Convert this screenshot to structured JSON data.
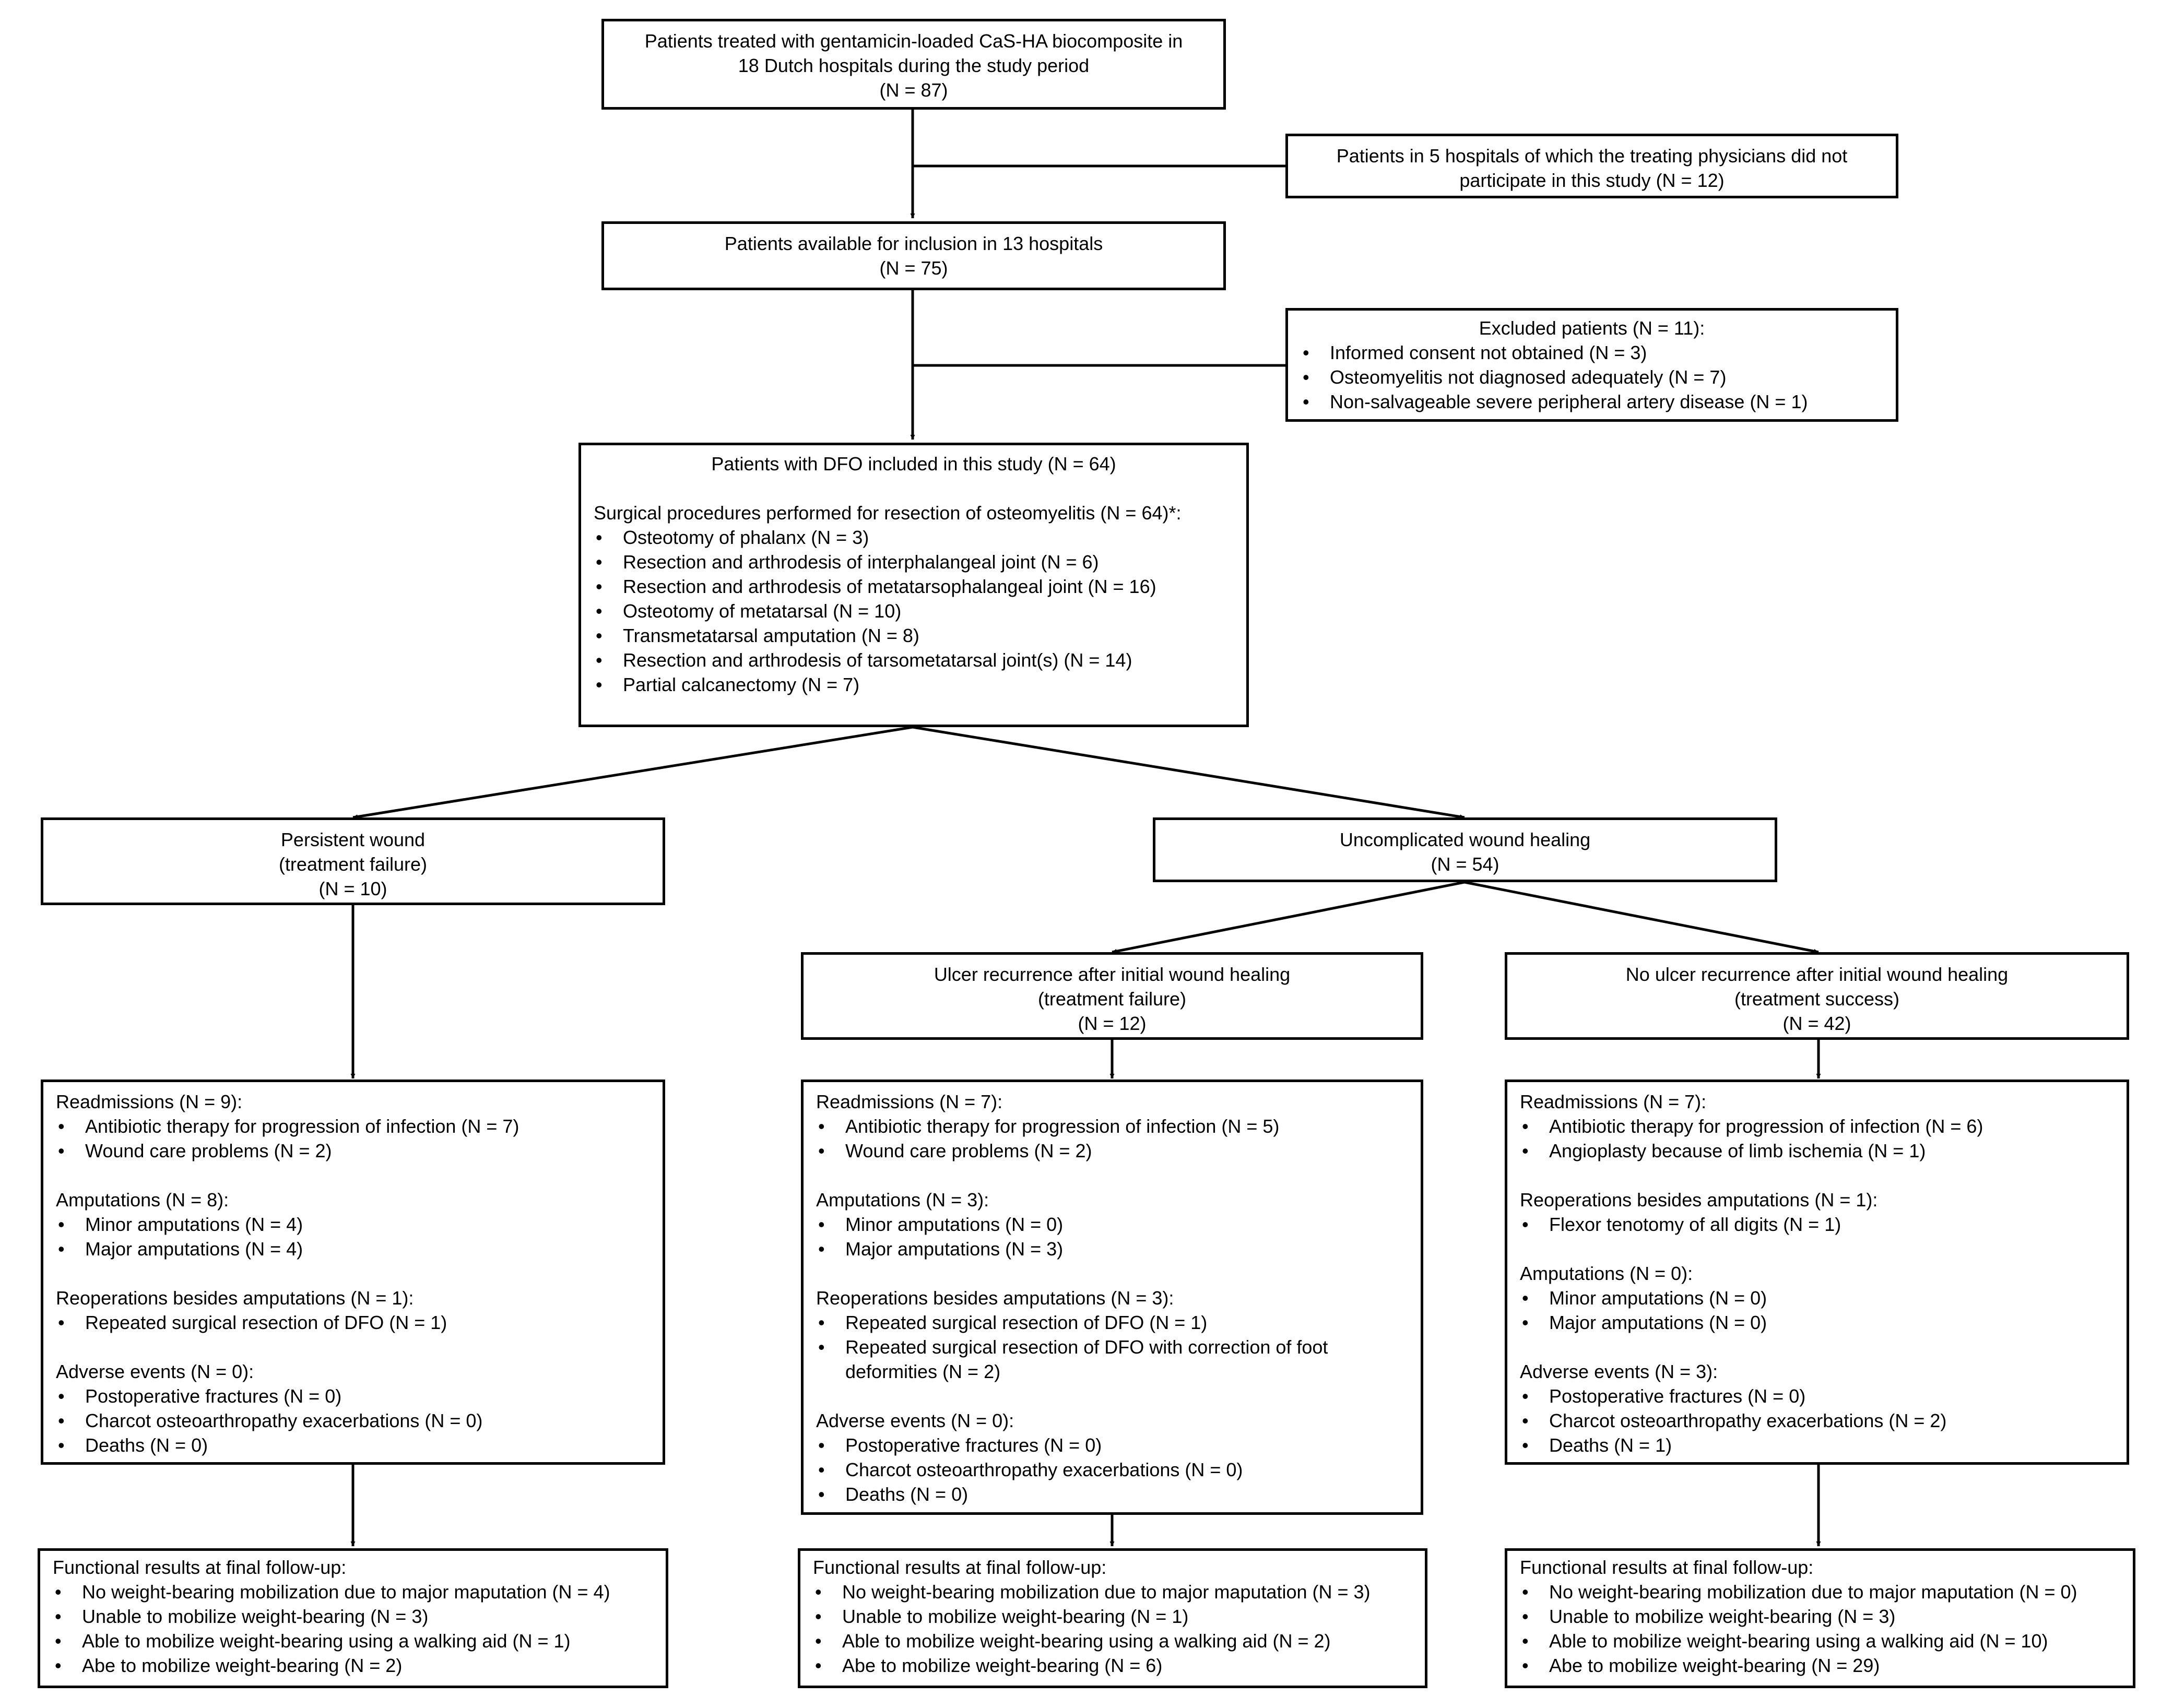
{
  "colors": {
    "stroke": "#000000",
    "background": "#ffffff"
  },
  "total": {
    "lines": [
      "Patients treated with gentamicin-loaded CaS-HA biocomposite in",
      "18 Dutch hospitals during the study period",
      "(N = 87)"
    ]
  },
  "excluded_hospitals": {
    "lines": [
      "Patients in 5 hospitals of which the treating physicians did not",
      "participate in this study (N = 12)"
    ]
  },
  "available": {
    "lines": [
      "Patients available for inclusion in 13 hospitals",
      "(N = 75)"
    ]
  },
  "excluded_patients": {
    "title": "Excluded patients (N = 11):",
    "items": [
      "Informed consent not obtained (N = 3)",
      "Osteomyelitis not diagnosed adequately (N = 7)",
      "Non-salvageable severe peripheral artery disease (N = 1)"
    ]
  },
  "included": {
    "title": "Patients with DFO included in this study (N = 64)",
    "procedures_title": "Surgical procedures performed for resection of osteomyelitis (N = 64)*:",
    "procedures": [
      "Osteotomy of phalanx (N = 3)",
      "Resection and arthrodesis of interphalangeal joint (N = 6)",
      "Resection and arthrodesis of metatarsophalangeal joint (N = 16)",
      "Osteotomy of metatarsal (N = 10)",
      "Transmetatarsal amputation (N = 8)",
      "Resection and arthrodesis of tarsometatarsal joint(s) (N = 14)",
      "Partial calcanectomy (N = 7)"
    ]
  },
  "persistent": {
    "lines": [
      "Persistent wound",
      "(treatment failure)",
      "(N = 10)"
    ]
  },
  "uncomplicated": {
    "lines": [
      "Uncomplicated wound healing",
      "(N = 54)"
    ]
  },
  "recurrence": {
    "lines": [
      "Ulcer recurrence after initial wound healing",
      "(treatment failure)",
      "(N = 12)"
    ]
  },
  "no_recurrence": {
    "lines": [
      "No ulcer recurrence after initial wound healing",
      "(treatment success)",
      "(N = 42)"
    ]
  },
  "outcomes_left": {
    "groups": [
      {
        "title": "Readmissions (N = 9):",
        "items": [
          "Antibiotic therapy for progression of infection (N = 7)",
          "Wound care problems (N = 2)"
        ]
      },
      {
        "title": "Amputations (N = 8):",
        "items": [
          "Minor amputations (N = 4)",
          "Major amputations (N = 4)"
        ]
      },
      {
        "title": "Reoperations besides amputations (N = 1):",
        "items": [
          "Repeated surgical resection of DFO (N = 1)"
        ]
      },
      {
        "title": "Adverse events (N = 0):",
        "items": [
          "Postoperative fractures (N = 0)",
          "Charcot osteoarthropathy exacerbations (N = 0)",
          "Deaths (N = 0)"
        ]
      }
    ]
  },
  "outcomes_mid": {
    "groups": [
      {
        "title": "Readmissions (N = 7):",
        "items": [
          "Antibiotic therapy for progression of infection (N = 5)",
          "Wound care problems (N = 2)"
        ]
      },
      {
        "title": "Amputations (N = 3):",
        "items": [
          "Minor amputations (N = 0)",
          "Major amputations (N = 3)"
        ]
      },
      {
        "title": "Reoperations besides amputations (N = 3):",
        "items": [
          "Repeated surgical resection of DFO (N = 1)",
          "Repeated surgical resection of DFO with correction of foot deformities (N = 2)"
        ]
      },
      {
        "title": "Adverse events (N = 0):",
        "items": [
          "Postoperative fractures (N = 0)",
          "Charcot osteoarthropathy exacerbations (N = 0)",
          "Deaths (N = 0)"
        ]
      }
    ]
  },
  "outcomes_right": {
    "groups": [
      {
        "title": "Readmissions (N = 7):",
        "items": [
          "Antibiotic therapy for progression of infection (N = 6)",
          "Angioplasty because of limb ischemia (N = 1)"
        ]
      },
      {
        "title": "Reoperations besides amputations (N = 1):",
        "items": [
          "Flexor tenotomy of all digits (N = 1)"
        ]
      },
      {
        "title": "Amputations (N = 0):",
        "items": [
          "Minor amputations (N = 0)",
          "Major amputations (N = 0)"
        ]
      },
      {
        "title": "Adverse events (N = 3):",
        "items": [
          "Postoperative fractures (N = 0)",
          "Charcot osteoarthropathy exacerbations (N = 2)",
          "Deaths (N = 1)"
        ]
      }
    ]
  },
  "functional_left": {
    "title": "Functional results at final follow-up:",
    "items": [
      "No weight-bearing mobilization due to major maputation (N = 4)",
      "Unable to mobilize weight-bearing (N = 3)",
      "Able to mobilize weight-bearing using a walking aid (N = 1)",
      "Abe to mobilize weight-bearing (N = 2)"
    ]
  },
  "functional_mid": {
    "title": "Functional results at final follow-up:",
    "items": [
      "No weight-bearing mobilization due to major maputation (N = 3)",
      "Unable to mobilize weight-bearing (N = 1)",
      "Able to mobilize weight-bearing using a walking aid (N = 2)",
      "Abe to mobilize weight-bearing (N = 6)"
    ]
  },
  "functional_right": {
    "title": "Functional results at final follow-up:",
    "items": [
      "No weight-bearing mobilization due to major maputation (N = 0)",
      "Unable to mobilize weight-bearing (N = 3)",
      "Able to mobilize weight-bearing using a walking aid (N = 10)",
      "Abe to mobilize weight-bearing (N = 29)"
    ]
  }
}
